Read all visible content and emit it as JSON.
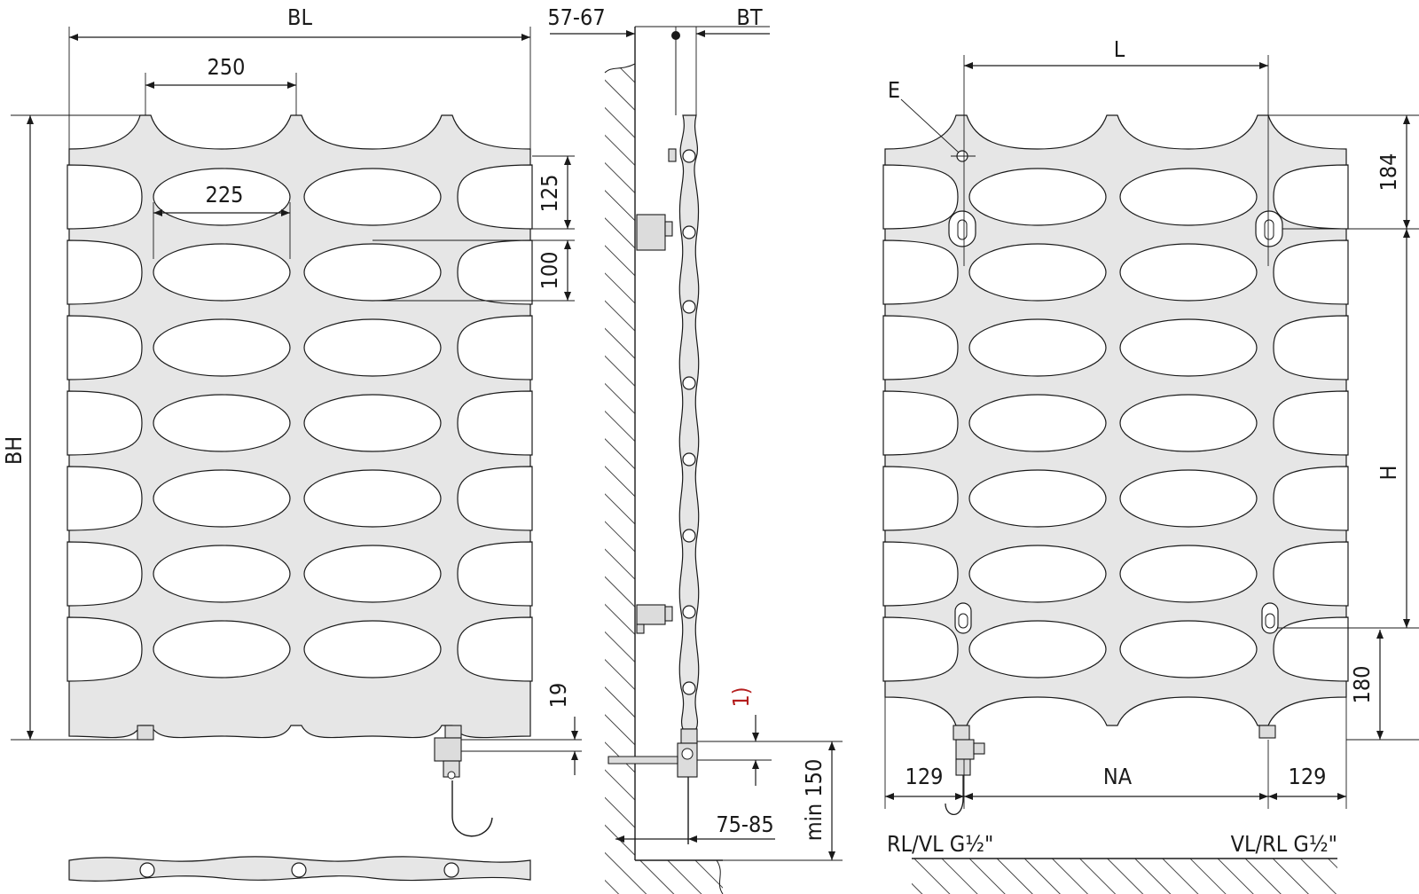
{
  "drawing": {
    "front_view": {
      "dims": {
        "width_total": "BL",
        "pitch_h": "250",
        "oval_width": "225",
        "height_total": "BH",
        "pitch_v": "125",
        "oval_height": "100",
        "valve_offset": "19"
      }
    },
    "side_view": {
      "dims": {
        "wall_gap": "57-67",
        "depth": "BT",
        "footnote": "1)",
        "valve_projection": "75-85",
        "floor_min": "min 150"
      }
    },
    "rear_view": {
      "dims": {
        "bracket_spacing": "L",
        "air_vent": "E",
        "bracket_top": "184",
        "bracket_height": "H",
        "bracket_bottom": "180",
        "edge_left": "129",
        "hub_distance": "NA",
        "edge_right": "129"
      },
      "connections": {
        "left": "RL/VL G½\"",
        "right": "VL/RL G½\""
      }
    }
  }
}
